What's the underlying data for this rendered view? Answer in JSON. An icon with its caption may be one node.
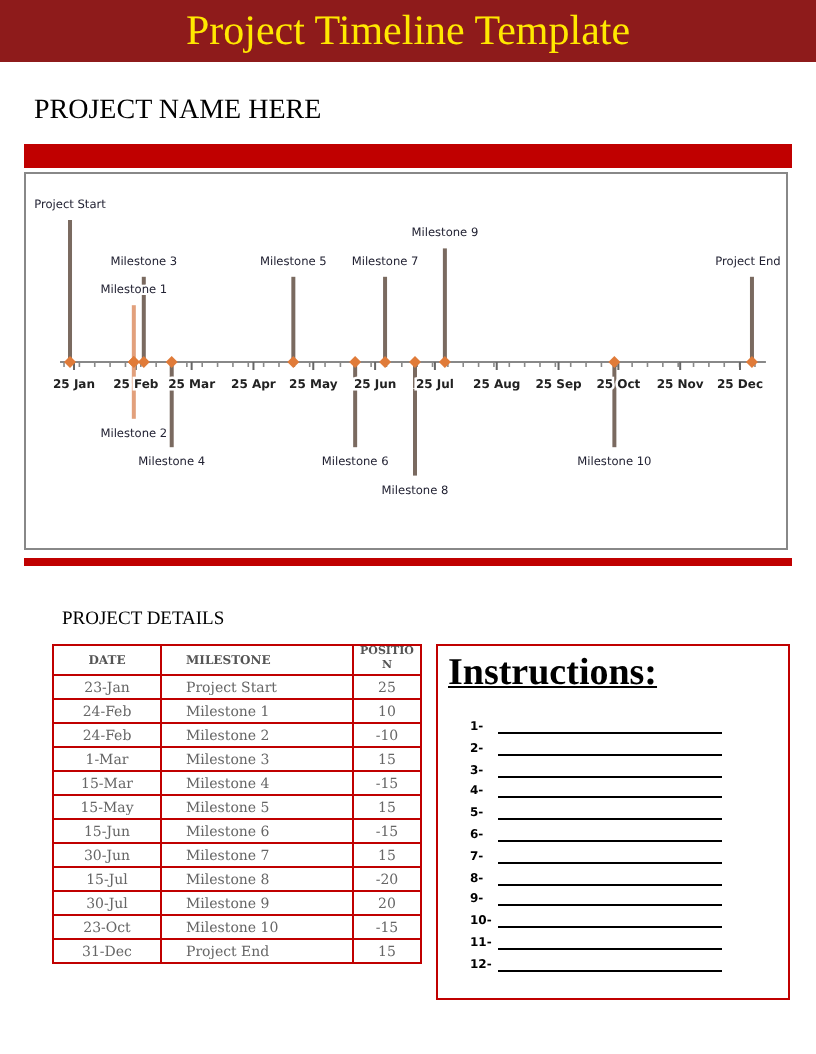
{
  "diagram": {
    "title": "Project Timeline Template",
    "labels": [
      "PROJECT NAME HERE",
      "Project Start",
      "Milestone 1",
      "Milestone 2",
      "Milestone 3",
      "Milestone 4",
      "Milestone 5",
      "Milestone 6",
      "Milestone 7",
      "Milestone 8",
      "Milestone 9",
      "Milestone 10",
      "Project End",
      "25 Jan",
      "25 Feb",
      "25 Mar",
      "25 Apr",
      "25 May",
      "25 Jun",
      "25 Jul",
      "25 Aug",
      "25 Sep",
      "25 Oct",
      "25 Nov",
      "25 Dec",
      "PROJECT DETAILS",
      "DATE",
      "MILESTONE",
      "POSITION",
      "23-Jan",
      "Project Start",
      "25",
      "24-Feb",
      "Milestone 1",
      "10",
      "24-Feb",
      "Milestone 2",
      "-10",
      "1-Mar",
      "Milestone 3",
      "15",
      "15-Mar",
      "Milestone 4",
      "-15",
      "15-May",
      "Milestone 5",
      "15",
      "15-Jun",
      "Milestone 6",
      "-15",
      "30-Jun",
      "Milestone 7",
      "15",
      "15-Jul",
      "Milestone 8",
      "-20",
      "30-Jul",
      "Milestone 9",
      "20",
      "23-Oct",
      "Milestone 10",
      "-15",
      "31-Dec",
      "Project End",
      "15",
      "Instructions:",
      "1-",
      "2-",
      "3-",
      "4-",
      "5-",
      "6-",
      "7-",
      "8-",
      "9-",
      "10-",
      "11-",
      "12-"
    ]
  }
}
